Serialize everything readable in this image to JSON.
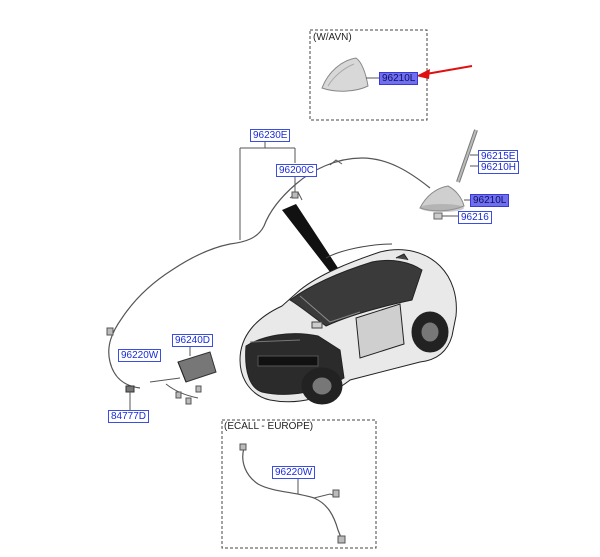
{
  "boxes": {
    "wavn_title": "(W/AVN)",
    "ecall_title": "(ECALL - EUROPE)"
  },
  "labels": {
    "p96210L_top": "96210L",
    "p96230E": "96230E",
    "p96200C": "96200C",
    "p96215E": "96215E",
    "p96210H": "96210H",
    "p96210L_mid": "96210L",
    "p96216": "96216",
    "p96240D": "96240D",
    "p96220W_left": "96220W",
    "p84777D": "84777D",
    "p96220W_ecall": "96220W"
  },
  "icons": [
    "shark-fin-antenna",
    "rod-antenna",
    "vehicle",
    "antenna-cable",
    "amplifier-module",
    "connector"
  ],
  "colors": {
    "label_text": "#1a2bd6",
    "label_border": "#3a4fe0",
    "highlight_fill": "#6f6ff0",
    "pointer_arrow": "#e01010",
    "line": "#555555"
  }
}
